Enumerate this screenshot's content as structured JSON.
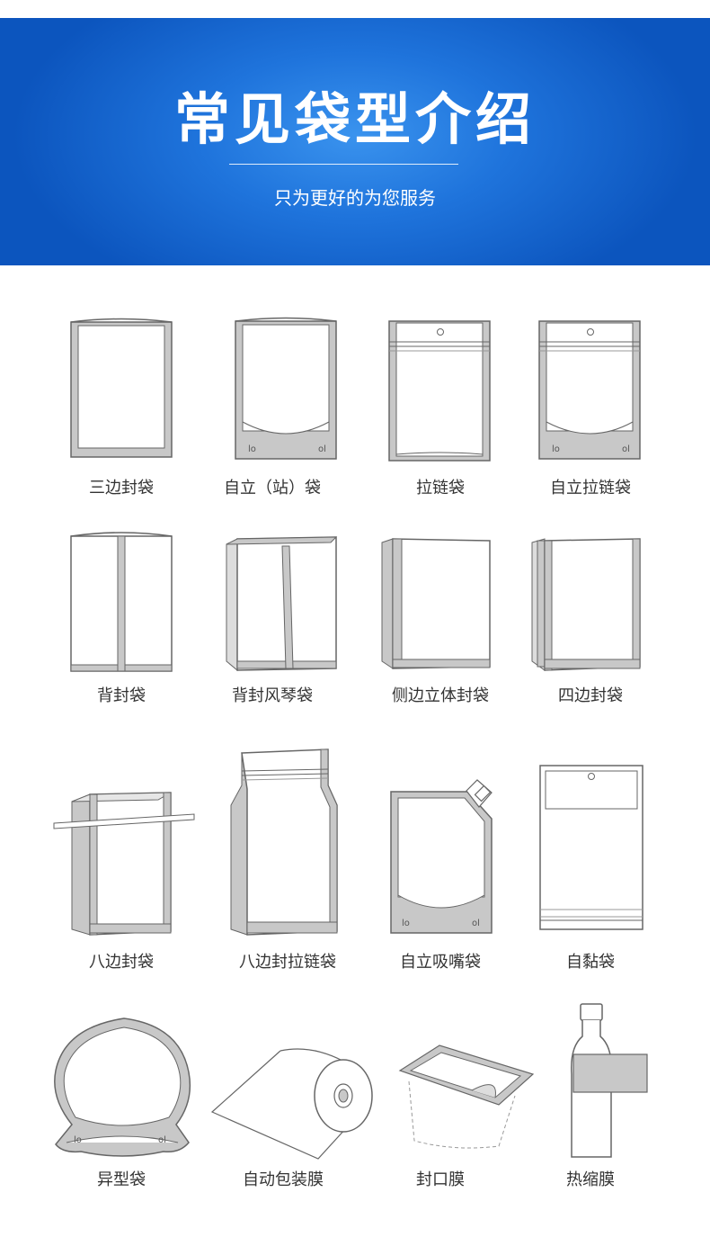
{
  "header": {
    "title": "常见袋型介绍",
    "subtitle": "只为更好的为您服务"
  },
  "colors": {
    "banner_dark": "#0c55be",
    "banner_light": "#3a93ee",
    "seal": "#c8c8c8",
    "outline": "#666666"
  },
  "bag_types": [
    {
      "label": "三边封袋",
      "icon": "three-side-seal-bag-icon"
    },
    {
      "label": "自立（站）袋",
      "icon": "stand-up-pouch-icon"
    },
    {
      "label": "拉链袋",
      "icon": "zipper-bag-icon"
    },
    {
      "label": "自立拉链袋",
      "icon": "stand-up-zipper-bag-icon"
    },
    {
      "label": "背封袋",
      "icon": "back-seal-bag-icon"
    },
    {
      "label": "背封风琴袋",
      "icon": "back-seal-gusset-bag-icon"
    },
    {
      "label": "侧边立体封袋",
      "icon": "side-gusset-bag-icon"
    },
    {
      "label": "四边封袋",
      "icon": "four-side-seal-bag-icon"
    },
    {
      "label": "八边封袋",
      "icon": "eight-side-seal-bag-icon"
    },
    {
      "label": "八边封拉链袋",
      "icon": "eight-side-zipper-bag-icon"
    },
    {
      "label": "自立吸嘴袋",
      "icon": "spout-pouch-icon"
    },
    {
      "label": "自黏袋",
      "icon": "self-adhesive-bag-icon"
    },
    {
      "label": "异型袋",
      "icon": "shaped-bag-icon"
    },
    {
      "label": "自动包装膜",
      "icon": "packaging-film-roll-icon"
    },
    {
      "label": "封口膜",
      "icon": "sealing-film-icon"
    },
    {
      "label": "热缩膜",
      "icon": "shrink-film-icon"
    }
  ]
}
